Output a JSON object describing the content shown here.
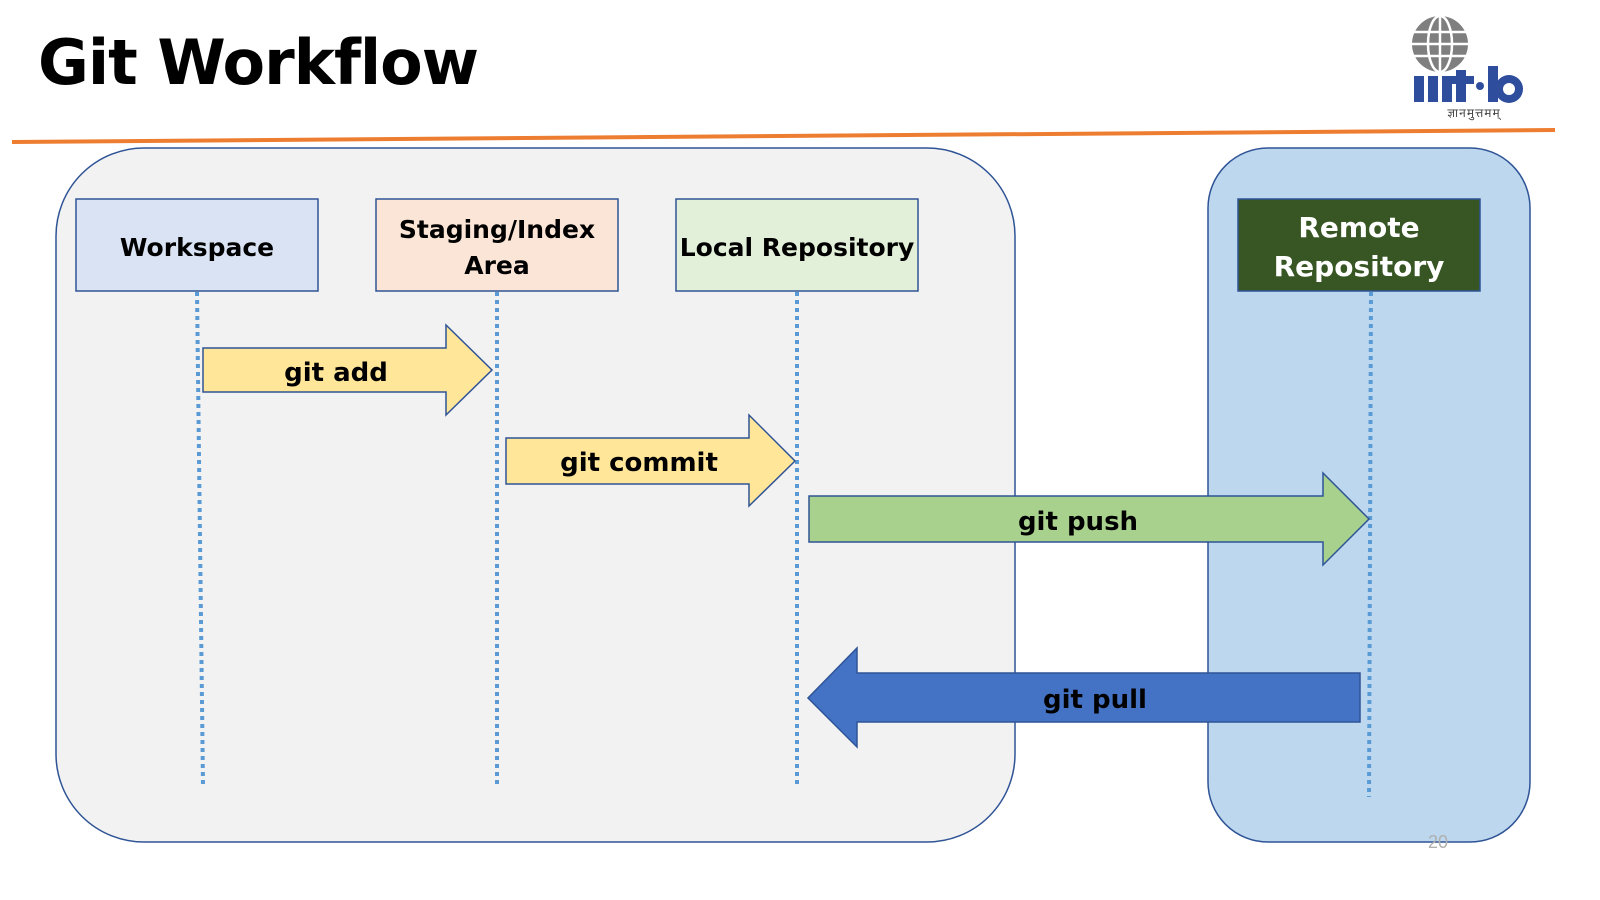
{
  "title": "Git Workflow",
  "logo": {
    "name": "iiit·b",
    "tagline": "ज्ञानमुत्तमम्"
  },
  "colors": {
    "divider": "#ed7d31",
    "local_panel": "#f2f2f2",
    "remote_panel": "#bdd7ee",
    "panel_border": "#2f5496",
    "workspace": "#dae3f3",
    "staging": "#fbe5d6",
    "local_repo": "#e2f0d9",
    "remote_repo": "#375623",
    "lifeline": "#5b9bd5",
    "add_commit_arrow": "#ffe699",
    "push_arrow": "#a9d18e",
    "pull_arrow": "#4472c4"
  },
  "boxes": {
    "workspace": {
      "lines": [
        "Workspace"
      ]
    },
    "staging": {
      "lines": [
        "Staging/Index",
        "Area"
      ]
    },
    "local_repo": {
      "lines": [
        "Local Repository"
      ]
    },
    "remote_repo": {
      "lines": [
        "Remote",
        "Repository"
      ]
    }
  },
  "arrows": {
    "add": "git add",
    "commit": "git commit",
    "push": "git push",
    "pull": "git pull"
  },
  "page_number": "20"
}
